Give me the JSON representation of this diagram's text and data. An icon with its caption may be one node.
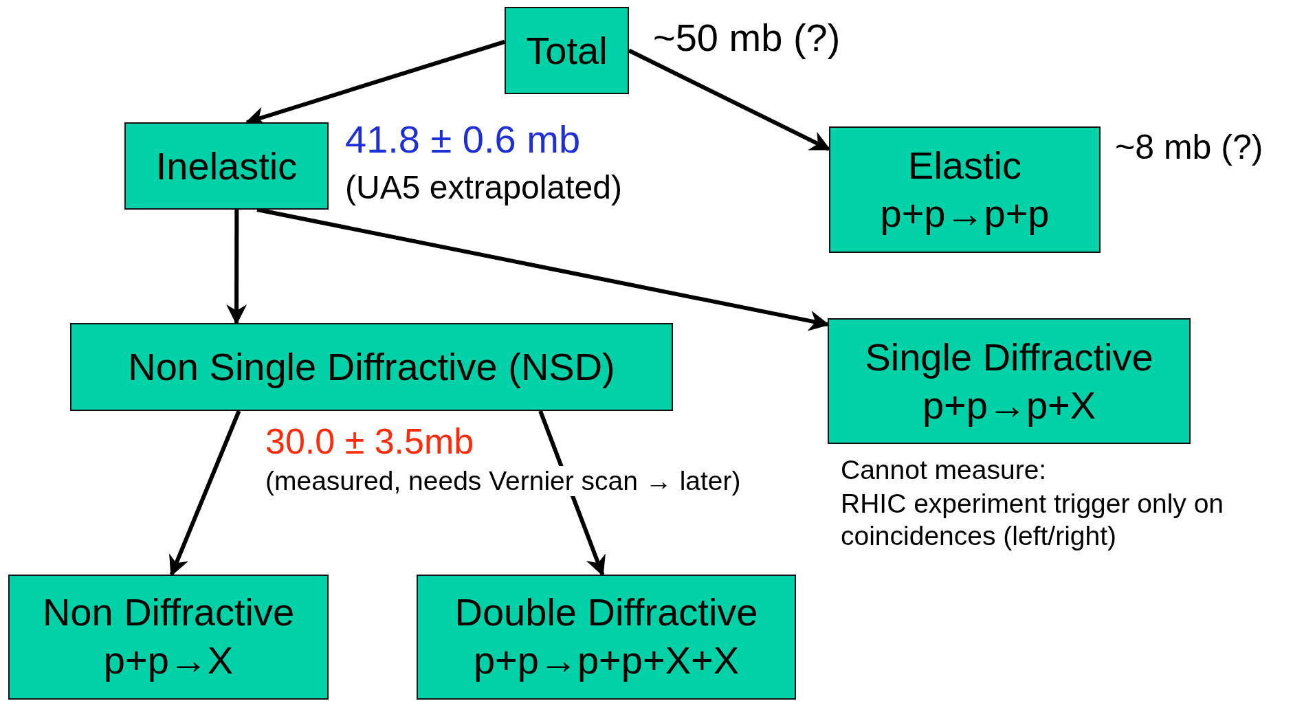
{
  "diagram": {
    "nodes": [
      {
        "text": [
          "Total"
        ],
        "beside": [
          "~50 mb (?)"
        ]
      },
      {
        "text": [
          "Inelastic"
        ],
        "beside": [
          "41.8 ± 0.6 mb",
          "(UA5 extrapolated)"
        ]
      },
      {
        "text": [
          "Elastic",
          "p+p→p+p"
        ],
        "beside": [
          "~8 mb (?)"
        ]
      },
      {
        "text": [
          "Non Single Diffractive (NSD)"
        ],
        "beside": [
          "30.0 ± 3.5mb",
          "(measured, needs Vernier scan → later)"
        ]
      },
      {
        "text": [
          "Single Diffractive",
          "p+p→p+X"
        ],
        "beside": [
          "Cannot measure:",
          "RHIC experiment trigger only on coincidences (left/right)"
        ]
      },
      {
        "text": [
          "Non Diffractive",
          "p+p→X"
        ]
      },
      {
        "text": [
          "Double Diffractive",
          "p+p→p+p+X+X"
        ]
      }
    ],
    "edges": [
      {
        "from": 0,
        "to": 1,
        "arrow": "to"
      },
      {
        "from": 0,
        "to": 2,
        "arrow": "to"
      },
      {
        "from": 1,
        "to": 3,
        "arrow": "to"
      },
      {
        "from": 1,
        "to": 4,
        "arrow": "to"
      },
      {
        "from": 3,
        "to": 5,
        "arrow": "to"
      },
      {
        "from": 3,
        "to": 6,
        "arrow": "to"
      }
    ]
  }
}
